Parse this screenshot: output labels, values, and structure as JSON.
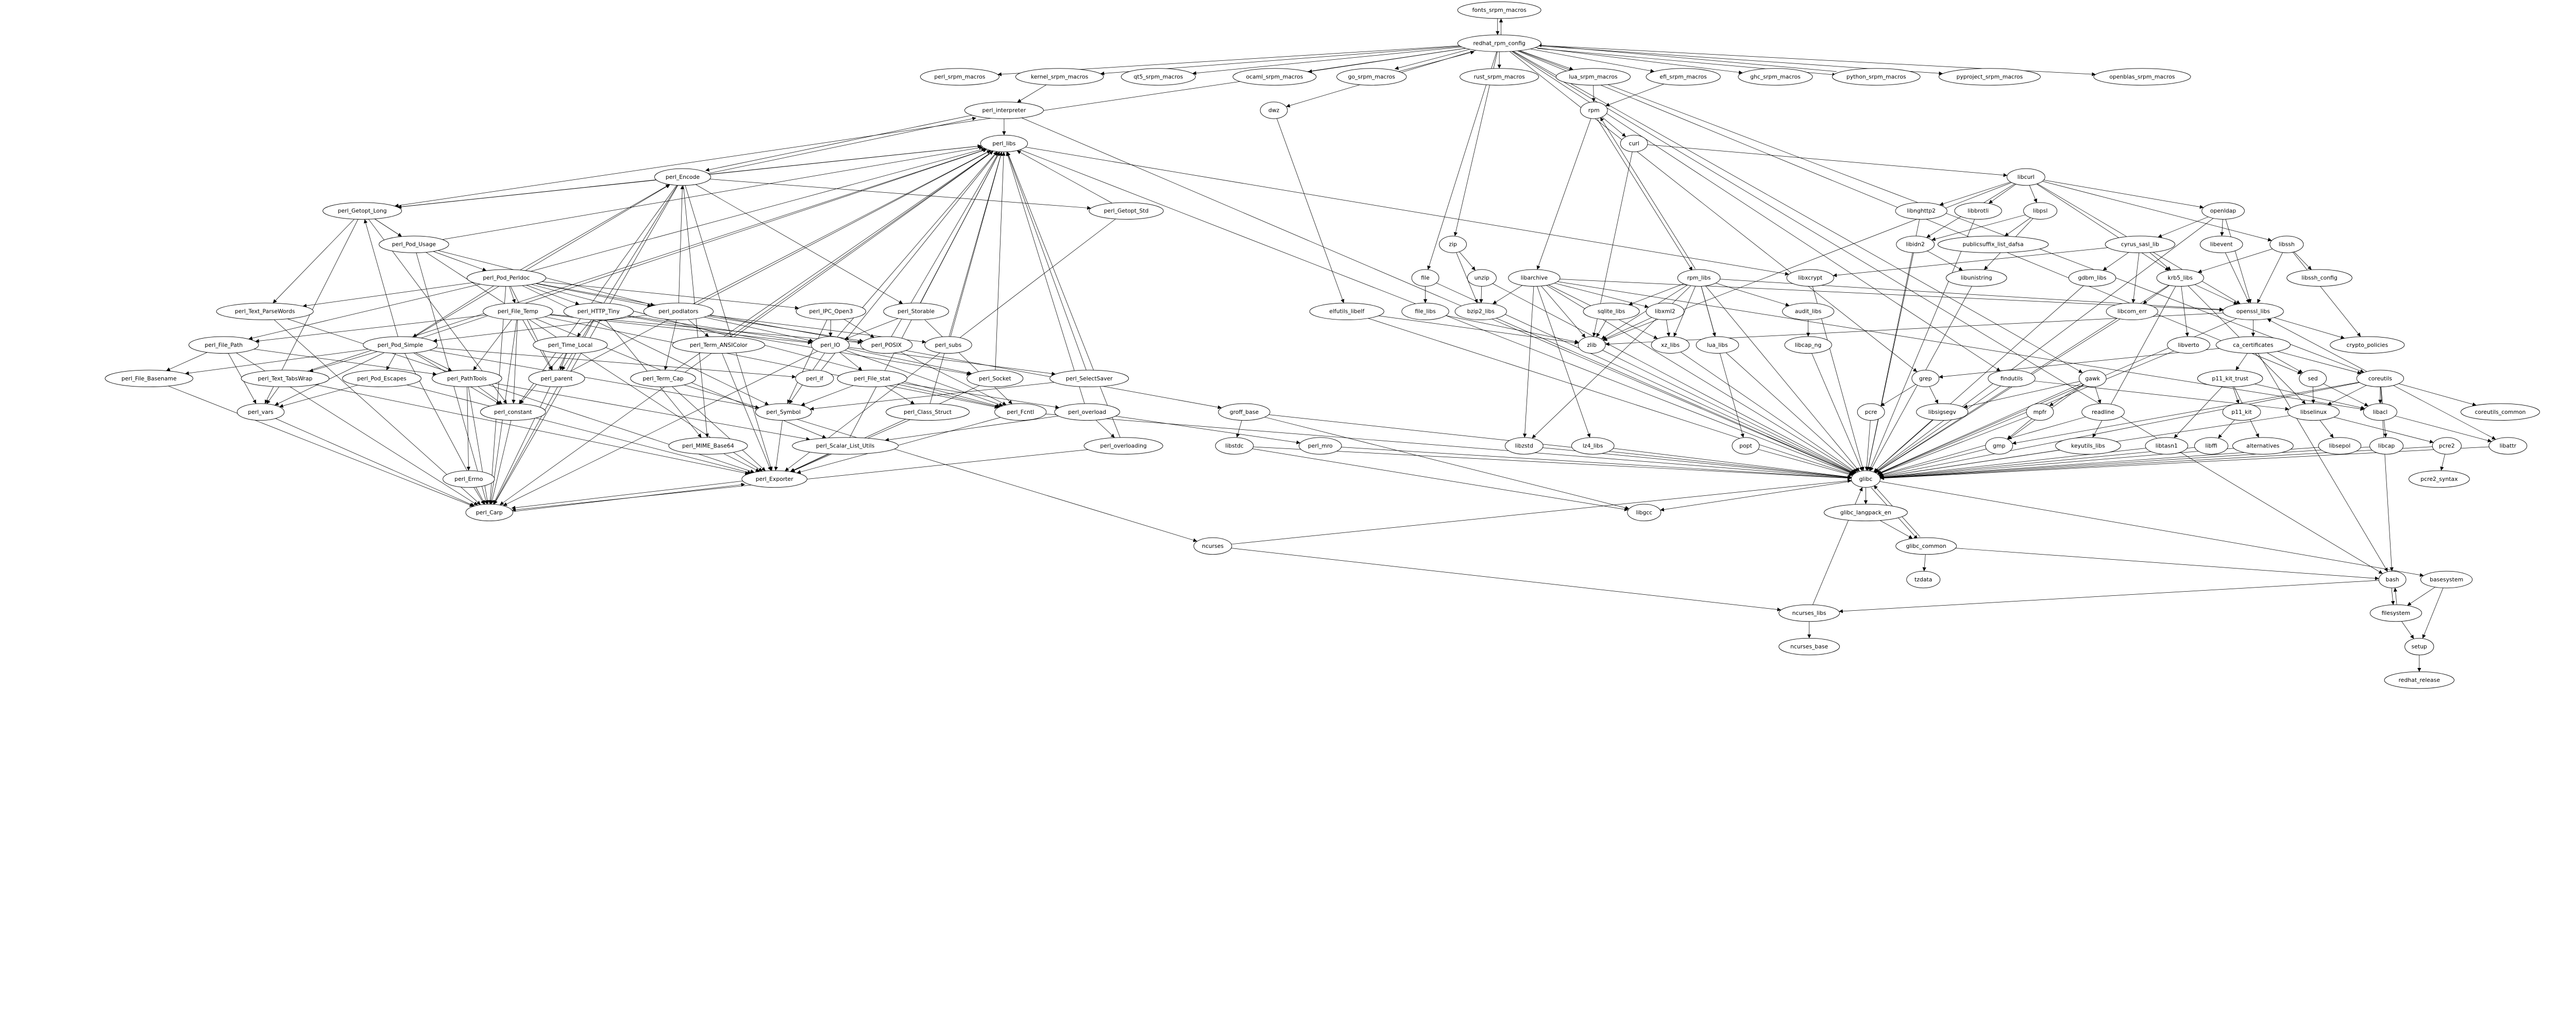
{
  "graph": {
    "type": "dependency-graph",
    "line_color": "#000000",
    "node_fill": "#ffffff"
  },
  "nodes": [
    "fonts_srpm_macros",
    "redhat_rpm_config",
    "perl_srpm_macros",
    "kernel_srpm_macros",
    "qt5_srpm_macros",
    "ocaml_srpm_macros",
    "go_srpm_macros",
    "rust_srpm_macros",
    "lua_srpm_macros",
    "efi_srpm_macros",
    "ghc_srpm_macros",
    "python_srpm_macros",
    "pyproject_srpm_macros",
    "openblas_srpm_macros",
    "perl_interpreter",
    "dwz",
    "rpm",
    "perl_libs",
    "curl",
    "perl_Encode",
    "libcurl",
    "perl_Getopt_Long",
    "perl_Getopt_Std",
    "libnghttp2",
    "libbrotli",
    "libpsl",
    "openldap",
    "perl_Pod_Usage",
    "zip",
    "libidn2",
    "publicsuffix_list_dafsa",
    "cyrus_sasl_lib",
    "libevent",
    "libssh",
    "perl_Pod_Perldoc",
    "file",
    "unzip",
    "libarchive",
    "rpm_libs",
    "libxcrypt",
    "libunistring",
    "gdbm_libs",
    "krb5_libs",
    "libssh_config",
    "perl_Text_ParseWords",
    "perl_File_Temp",
    "perl_HTTP_Tiny",
    "perl_podlators",
    "perl_IPC_Open3",
    "perl_Storable",
    "elfutils_libelf",
    "file_libs",
    "bzip2_libs",
    "sqlite_libs",
    "libxml2",
    "audit_libs",
    "libcom_err",
    "openssl_libs",
    "perl_File_Path",
    "perl_Pod_Simple",
    "perl_Time_Local",
    "perl_Term_ANSIColor",
    "perl_IO",
    "perl_POSIX",
    "perl_subs",
    "zlib",
    "xz_libs",
    "lua_libs",
    "libcap_ng",
    "libverto",
    "ca_certificates",
    "crypto_policies",
    "perl_File_Basename",
    "perl_Text_TabsWrap",
    "perl_Pod_Escapes",
    "perl_PathTools",
    "perl_parent",
    "perl_Term_Cap",
    "perl_if",
    "perl_File_stat",
    "perl_Socket",
    "perl_SelectSaver",
    "grep",
    "findutils",
    "gawk",
    "p11_kit_trust",
    "sed",
    "coreutils",
    "perl_vars",
    "perl_constant",
    "perl_Symbol",
    "perl_Class_Struct",
    "perl_Fcntl",
    "perl_overload",
    "groff_base",
    "pcre",
    "libsigsegv",
    "mpfr",
    "readline",
    "p11_kit",
    "libselinux",
    "libacl",
    "coreutils_common",
    "perl_MIME_Base64",
    "perl_Scalar_List_Utils",
    "perl_overloading",
    "libstdc",
    "perl_mro",
    "libzstd",
    "lz4_libs",
    "popt",
    "gmp",
    "keyutils_libs",
    "libtasn1",
    "libffi",
    "alternatives",
    "libsepol",
    "libcap",
    "pcre2",
    "libattr",
    "perl_Errno",
    "perl_Exporter",
    "glibc",
    "pcre2_syntax",
    "perl_Carp",
    "libgcc",
    "glibc_langpack_en",
    "ncurses",
    "glibc_common",
    "tzdata",
    "bash",
    "basesystem",
    "ncurses_libs",
    "filesystem",
    "ncurses_base",
    "setup",
    "redhat_release"
  ],
  "edges": {
    "fonts_srpm_macros": [
      "redhat_rpm_config"
    ],
    "redhat_rpm_config": [
      "fonts_srpm_macros",
      "perl_srpm_macros",
      "kernel_srpm_macros",
      "qt5_srpm_macros",
      "ocaml_srpm_macros",
      "go_srpm_macros",
      "rust_srpm_macros",
      "lua_srpm_macros",
      "efi_srpm_macros",
      "ghc_srpm_macros",
      "python_srpm_macros",
      "pyproject_srpm_macros",
      "openblas_srpm_macros",
      "dwz",
      "zip",
      "file",
      "perl_Getopt_Long",
      "grep",
      "findutils",
      "gawk",
      "coreutils",
      "sed",
      "bash"
    ],
    "go_srpm_macros": [
      "redhat_rpm_config"
    ],
    "python_srpm_macros": [
      "redhat_rpm_config"
    ],
    "kernel_srpm_macros": [
      "perl_interpreter"
    ],
    "lua_srpm_macros": [
      "rpm"
    ],
    "efi_srpm_macros": [
      "rpm"
    ],
    "perl_interpreter": [
      "perl_libs",
      "glibc",
      "perl_Encode"
    ],
    "perl_libs": [
      "glibc",
      "libxcrypt",
      "perl_Carp"
    ],
    "perl_Encode": [
      "perl_libs",
      "perl_interpreter",
      "perl_Getopt_Long",
      "perl_Getopt_Std",
      "perl_Storable",
      "perl_Exporter",
      "perl_Carp",
      "perl_parent",
      "perl_constant",
      "perl_MIME_Base64"
    ],
    "perl_Getopt_Long": [
      "perl_Pod_Usage",
      "perl_Text_ParseWords",
      "perl_Exporter",
      "perl_constant",
      "perl_vars",
      "perl_libs"
    ],
    "perl_Getopt_Std": [
      "perl_Exporter",
      "perl_libs"
    ],
    "perl_Pod_Usage": [
      "perl_Pod_Perldoc",
      "perl_Carp",
      "perl_podlators",
      "perl_libs"
    ],
    "perl_Pod_Perldoc": [
      "perl_Text_ParseWords",
      "perl_File_Temp",
      "perl_HTTP_Tiny",
      "perl_Pod_Simple",
      "perl_podlators",
      "perl_IPC_Open3",
      "perl_File_Path",
      "perl_parent",
      "perl_Carp",
      "perl_Encode",
      "perl_Fcntl",
      "perl_Symbol",
      "groff_base",
      "perl_libs"
    ],
    "perl_Text_ParseWords": [
      "perl_Exporter",
      "perl_Carp"
    ],
    "perl_File_Temp": [
      "perl_File_Path",
      "perl_PathTools",
      "perl_parent",
      "perl_constant",
      "perl_Fcntl",
      "perl_IO",
      "perl_POSIX",
      "perl_Scalar_List_Utils",
      "perl_Carp"
    ],
    "perl_HTTP_Tiny": [
      "perl_Time_Local",
      "perl_IO",
      "perl_Socket",
      "perl_MIME_Base64",
      "perl_Carp"
    ],
    "perl_podlators": [
      "perl_Term_ANSIColor",
      "perl_Term_Cap",
      "perl_Pod_Simple",
      "perl_Encode",
      "perl_IO",
      "perl_POSIX",
      "perl_subs",
      "perl_libs"
    ],
    "perl_IPC_Open3": [
      "perl_IO",
      "perl_POSIX",
      "perl_Symbol"
    ],
    "perl_Storable": [
      "perl_IO",
      "perl_Fcntl",
      "perl_libs"
    ],
    "perl_File_Path": [
      "perl_File_Basename",
      "perl_vars",
      "perl_PathTools",
      "perl_Carp"
    ],
    "perl_Pod_Simple": [
      "perl_Getopt_Long",
      "perl_File_Basename",
      "perl_Text_TabsWrap",
      "perl_Pod_Escapes",
      "perl_PathTools",
      "perl_vars",
      "perl_constant",
      "perl_Symbol",
      "perl_if",
      "perl_Encode",
      "perl_Carp",
      "perl_libs"
    ],
    "perl_Time_Local": [
      "perl_parent",
      "perl_constant",
      "perl_Carp"
    ],
    "perl_Term_ANSIColor": [
      "perl_Exporter",
      "perl_libs"
    ],
    "perl_IO": [
      "perl_File_stat",
      "perl_Socket",
      "perl_SelectSaver",
      "perl_Symbol",
      "perl_Fcntl",
      "perl_Carp",
      "perl_libs"
    ],
    "perl_POSIX": [
      "perl_Fcntl",
      "perl_libs"
    ],
    "perl_subs": [
      "perl_libs"
    ],
    "perl_File_Basename": [
      "perl_Carp"
    ],
    "perl_Text_TabsWrap": [
      "perl_vars",
      "perl_Exporter",
      "perl_libs"
    ],
    "perl_Pod_Escapes": [
      "perl_vars",
      "perl_Exporter"
    ],
    "perl_PathTools": [
      "perl_constant",
      "perl_Errno",
      "perl_Carp",
      "perl_Scalar_List_Utils"
    ],
    "perl_parent": [
      "perl_libs"
    ],
    "perl_Term_Cap": [
      "perl_Exporter",
      "ncurses",
      "perl_libs"
    ],
    "perl_if": [
      "perl_libs"
    ],
    "perl_File_stat": [
      "perl_Symbol",
      "perl_Class_Struct",
      "perl_Fcntl",
      "perl_overload"
    ],
    "perl_Socket": [
      "perl_Exporter",
      "perl_libs"
    ],
    "perl_SelectSaver": [
      "perl_Symbol",
      "perl_libs"
    ],
    "perl_vars": [
      "perl_Carp"
    ],
    "perl_constant": [
      "perl_Carp"
    ],
    "perl_Symbol": [
      "perl_Exporter"
    ],
    "perl_Class_Struct": [
      "perl_Exporter",
      "perl_libs"
    ],
    "perl_Fcntl": [
      "perl_Exporter",
      "glibc"
    ],
    "perl_overload": [
      "perl_Scalar_List_Utils",
      "perl_overloading",
      "perl_mro",
      "perl_libs"
    ],
    "perl_overloading": [
      "perl_Carp",
      "perl_libs"
    ],
    "perl_MIME_Base64": [
      "perl_Exporter"
    ],
    "perl_Scalar_List_Utils": [
      "perl_Exporter",
      "perl_libs"
    ],
    "perl_mro": [
      "glibc"
    ],
    "perl_Errno": [
      "perl_Carp"
    ],
    "perl_Exporter": [
      "perl_Carp"
    ],
    "perl_Carp": [
      "perl_Exporter"
    ],
    "groff_base": [
      "libstdc",
      "glibc",
      "libgcc"
    ],
    "libstdc": [
      "glibc",
      "libgcc"
    ],
    "ncurses": [
      "ncurses_libs",
      "glibc"
    ],
    "dwz": [
      "elfutils_libelf"
    ],
    "elfutils_libelf": [
      "zlib",
      "glibc"
    ],
    "rpm": [
      "curl",
      "libarchive",
      "rpm_libs"
    ],
    "rpm_libs": [
      "rpm",
      "sqlite_libs",
      "xz_libs",
      "lua_libs",
      "audit_libs",
      "zlib",
      "popt",
      "libzstd",
      "openssl_libs",
      "glibc"
    ],
    "curl": [
      "libcurl",
      "zlib"
    ],
    "zip": [
      "unzip",
      "bzip2_libs"
    ],
    "unzip": [
      "bzip2_libs",
      "glibc"
    ],
    "file": [
      "file_libs",
      "glibc"
    ],
    "file_libs": [
      "zlib"
    ],
    "libarchive": [
      "bzip2_libs",
      "libxml2",
      "zlib",
      "libzstd",
      "lz4_libs",
      "xz_libs",
      "libacl",
      "openssl_libs",
      "glibc"
    ],
    "libxml2": [
      "zlib",
      "xz_libs"
    ],
    "sqlite_libs": [
      "zlib"
    ],
    "audit_libs": [
      "libcap_ng"
    ],
    "bzip2_libs": [
      "glibc"
    ],
    "zlib": [
      "glibc"
    ],
    "xz_libs": [
      "glibc"
    ],
    "lua_libs": [
      "glibc"
    ],
    "libcap_ng": [
      "glibc"
    ],
    "libzstd": [
      "glibc"
    ],
    "lz4_libs": [
      "glibc"
    ],
    "popt": [
      "glibc"
    ],
    "libxcrypt": [
      "glibc"
    ],
    "libcurl": [
      "libnghttp2",
      "libbrotli",
      "libpsl",
      "libidn2",
      "openldap",
      "krb5_libs",
      "libssh",
      "openssl_libs",
      "zlib"
    ],
    "libnghttp2": [
      "glibc"
    ],
    "libbrotli": [
      "glibc"
    ],
    "libpsl": [
      "libidn2",
      "publicsuffix_list_dafsa",
      "libunistring"
    ],
    "libidn2": [
      "libunistring",
      "glibc"
    ],
    "libunistring": [
      "glibc"
    ],
    "openldap": [
      "cyrus_sasl_lib",
      "libevent",
      "openssl_libs",
      "glibc"
    ],
    "cyrus_sasl_lib": [
      "gdbm_libs",
      "libcom_err",
      "krb5_libs",
      "libxcrypt"
    ],
    "gdbm_libs": [
      "glibc"
    ],
    "libevent": [
      "openssl_libs"
    ],
    "libssh": [
      "krb5_libs",
      "openssl_libs",
      "libssh_config",
      "crypto_policies"
    ],
    "krb5_libs": [
      "libcom_err",
      "openssl_libs",
      "libverto",
      "keyutils_libs",
      "libselinux",
      "glibc"
    ],
    "libcom_err": [
      "glibc"
    ],
    "openssl_libs": [
      "ca_certificates",
      "crypto_policies",
      "zlib",
      "glibc"
    ],
    "libverto": [
      "glibc"
    ],
    "ca_certificates": [
      "p11_kit_trust",
      "sed",
      "coreutils",
      "bash",
      "grep"
    ],
    "coreutils": [
      "openssl_libs",
      "libselinux",
      "libacl",
      "libattr",
      "libcap",
      "coreutils_common",
      "gmp",
      "bash",
      "glibc"
    ],
    "p11_kit_trust": [
      "p11_kit",
      "libtasn1",
      "alternatives",
      "libacl"
    ],
    "p11_kit": [
      "libffi"
    ],
    "sed": [
      "libselinux",
      "libacl"
    ],
    "libselinux": [
      "libsepol",
      "pcre2",
      "glibc"
    ],
    "libacl": [
      "libattr"
    ],
    "pcre2": [
      "pcre2_syntax",
      "glibc"
    ],
    "grep": [
      "pcre",
      "libsigsegv"
    ],
    "pcre": [
      "glibc"
    ],
    "libsigsegv": [
      "glibc"
    ],
    "findutils": [
      "libselinux",
      "glibc"
    ],
    "gawk": [
      "mpfr",
      "gmp",
      "readline",
      "libsigsegv",
      "glibc"
    ],
    "mpfr": [
      "gmp",
      "glibc"
    ],
    "readline": [
      "glibc"
    ],
    "gmp": [
      "glibc"
    ],
    "keyutils_libs": [
      "glibc"
    ],
    "libtasn1": [
      "glibc"
    ],
    "libffi": [
      "glibc"
    ],
    "alternatives": [
      "glibc"
    ],
    "libsepol": [
      "glibc"
    ],
    "libcap": [
      "glibc"
    ],
    "libattr": [
      "glibc"
    ],
    "glibc": [
      "glibc_langpack_en",
      "glibc_common",
      "libgcc",
      "basesystem"
    ],
    "glibc_langpack_en": [
      "glibc_common"
    ],
    "glibc_common": [
      "glibc",
      "bash",
      "tzdata"
    ],
    "ncurses_libs": [
      "ncurses_base",
      "glibc"
    ],
    "bash": [
      "filesystem",
      "ncurses_libs"
    ],
    "filesystem": [
      "bash",
      "setup"
    ],
    "basesystem": [
      "filesystem",
      "setup"
    ],
    "setup": [
      "redhat_release"
    ]
  }
}
